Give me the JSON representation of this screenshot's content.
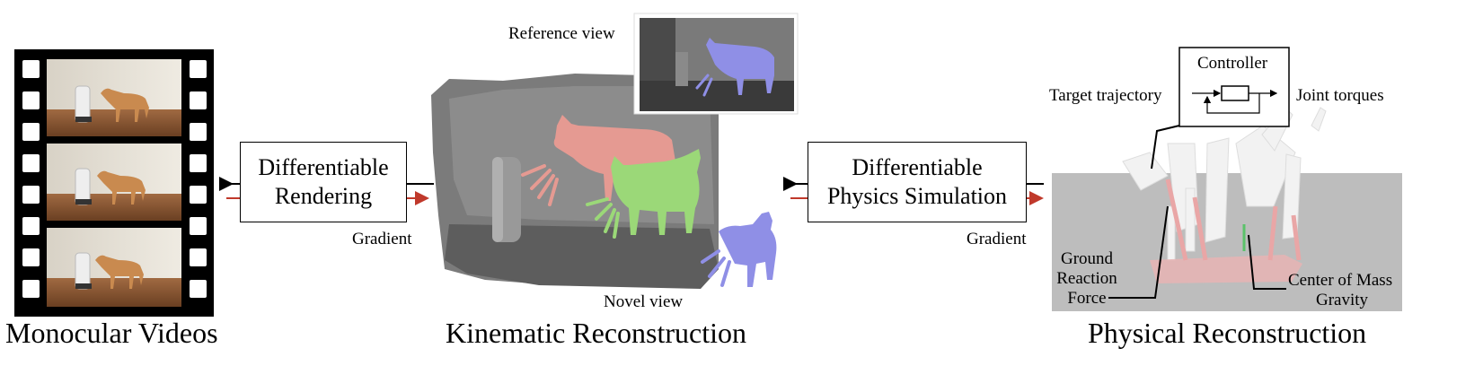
{
  "panels": {
    "left": {
      "caption": "Monocular Videos"
    },
    "middle": {
      "caption": "Kinematic Reconstruction",
      "reference_label": "Reference view",
      "novel_label": "Novel view"
    },
    "right": {
      "caption": "Physical Reconstruction",
      "controller_label": "Controller",
      "target_label": "Target trajectory",
      "torques_label": "Joint torques",
      "grf_label": "Ground\nReaction\nForce",
      "com_label": "Center of Mass",
      "gravity_label": "Gravity"
    }
  },
  "processes": [
    {
      "title_line1": "Differentiable",
      "title_line2": "Rendering",
      "gradient_label": "Gradient"
    },
    {
      "title_line1": "Differentiable",
      "title_line2": "Physics Simulation",
      "gradient_label": "Gradient"
    }
  ],
  "colors": {
    "arrow_forward": "#000000",
    "arrow_gradient": "#c0392b",
    "dog_pink": "#e59a92",
    "dog_green": "#9bd878",
    "dog_blue": "#8f8fe6",
    "scene_gray": "#6b6b6b",
    "ground_gray": "#bdbdbd"
  }
}
